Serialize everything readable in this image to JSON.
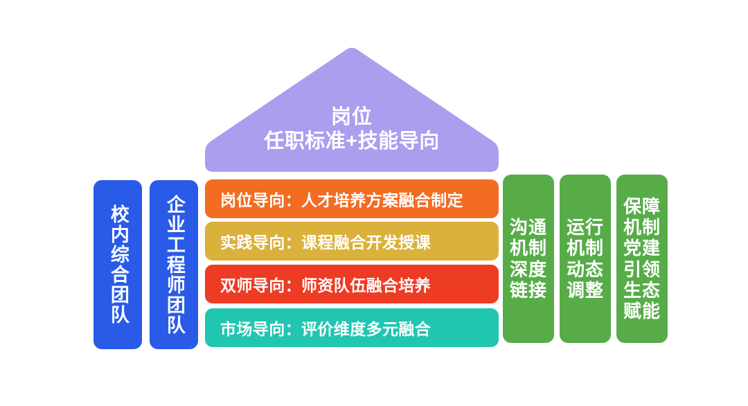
{
  "diagram": {
    "title_roof": {
      "line1": "岗位",
      "line2": "任职标准+技能导向",
      "color": "#AC9DEF",
      "text_color": "#FFFFFF",
      "shape": "roof-triangle"
    },
    "left_pillars": [
      {
        "name": "school-team",
        "label": "校内综合团队",
        "color": "#2A5BE8",
        "orientation": "vertical"
      },
      {
        "name": "enterprise-engineer-team",
        "label": "企业工程师团队",
        "color": "#2A5BE8",
        "orientation": "vertical"
      }
    ],
    "center_bars": [
      {
        "name": "post-orientation",
        "label": "岗位导向：人才培养方案融合制定",
        "color": "#F26C22"
      },
      {
        "name": "practice-orientation",
        "label": "实践导向：课程融合开发授课",
        "color": "#D9B13B"
      },
      {
        "name": "dual-teacher-orientation",
        "label": "双师导向：师资队伍融合培养",
        "color": "#EE3B24"
      },
      {
        "name": "market-orientation",
        "label": "市场导向：评价维度多元融合",
        "color": "#20C6B0"
      }
    ],
    "right_pillars": [
      {
        "name": "communication-mechanism",
        "label": "沟通机制深度链接",
        "lines": [
          "沟通",
          "机制",
          "深度",
          "链接"
        ],
        "color": "#57AC48"
      },
      {
        "name": "operation-mechanism",
        "label": "运行机制动态调整",
        "lines": [
          "运行",
          "机制",
          "动态",
          "调整"
        ],
        "color": "#57AC48"
      },
      {
        "name": "guarantee-mechanism",
        "label": "保障机制党建引领生态赋能",
        "lines": [
          "保障",
          "机制",
          "党建",
          "引领",
          "生态",
          "赋能"
        ],
        "color": "#57AC48"
      }
    ],
    "background_color": "#FFFFFF"
  }
}
